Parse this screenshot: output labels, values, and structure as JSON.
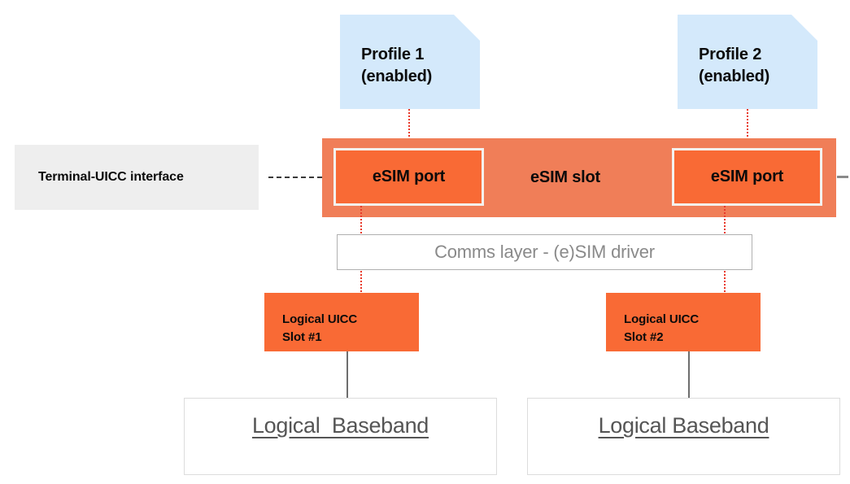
{
  "diagram": {
    "title": "eSIM slot with two ports mapped to logical UICC slots and basebands",
    "colors": {
      "profile_fill": "#d4e9fb",
      "slot_fill": "#f07e58",
      "port_fill": "#f96a35",
      "port_border": "#f4f2ef",
      "terminal_fill": "#eeeeee",
      "comms_border": "#b0b0b0",
      "comms_text": "#8a8a8a",
      "uicc_fill": "#f96a35",
      "baseband_border": "#dcdcdc",
      "baseband_text": "#555555",
      "dotted_connector": "#e8392a",
      "solid_connector": "#6e6e6e",
      "dashed_connector": "#3a3a3a"
    },
    "profiles": [
      {
        "label": "Profile 1\n(enabled)"
      },
      {
        "label": "Profile 2\n(enabled)"
      }
    ],
    "esim_slot": {
      "label": "eSIM slot",
      "ports": [
        {
          "label": "eSIM port"
        },
        {
          "label": "eSIM port"
        }
      ]
    },
    "terminal_interface": {
      "label": "Terminal-UICC interface"
    },
    "comms_layer": {
      "label": "Comms layer - (e)SIM driver"
    },
    "logical_uicc_slots": [
      {
        "label": "Logical UICC\nSlot #1"
      },
      {
        "label": "Logical UICC\nSlot #2"
      }
    ],
    "basebands": [
      {
        "label": "Logical  Baseband"
      },
      {
        "label": "Logical Baseband"
      }
    ]
  }
}
